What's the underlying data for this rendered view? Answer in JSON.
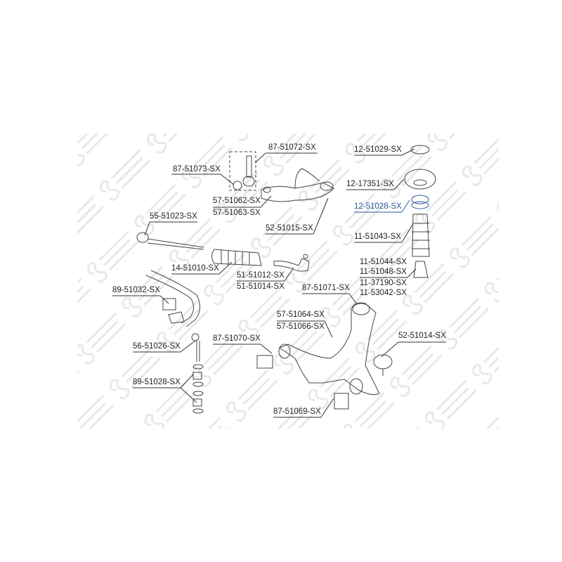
{
  "watermark": "STELLOX",
  "highlight_color": "#2a5a9a",
  "labels": {
    "l87_51072": "87-51072-SX",
    "l87_51073": "87-51073-SX",
    "l57_51062": "57-51062-SX",
    "l57_51063": "57-51063-SX",
    "l52_51015": "52-51015-SX",
    "l55_51023": "55-51023-SX",
    "l14_51010": "14-51010-SX",
    "l51_51012": "51-51012-SX",
    "l51_51014": "51-51014-SX",
    "l12_51029": "12-51029-SX",
    "l12_17351": "12-17351-SX",
    "l12_51028": "12-51028-SX",
    "l11_51043": "11-51043-SX",
    "l11_51044": "11-51044-SX",
    "l11_51048": "11-51048-SX",
    "l11_37190": "11-37190-SX",
    "l11_53042": "11-53042-SX",
    "l87_51071": "87-51071-SX",
    "l57_51064": "57-51064-SX",
    "l57_51066": "57-51066-SX",
    "l52_51014": "52-51014-SX",
    "l87_51070": "87-51070-SX",
    "l87_51069": "87-51069-SX",
    "l89_51032": "89-51032-SX",
    "l56_51026": "56-51026-SX",
    "l89_51028": "89-51028-SX"
  }
}
